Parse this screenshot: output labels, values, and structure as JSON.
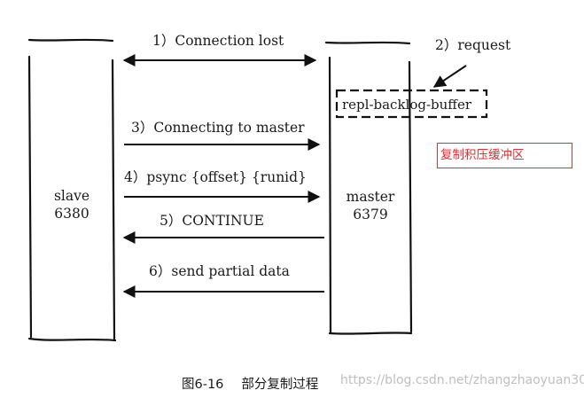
{
  "nodes": {
    "slave": {
      "name": "slave",
      "port": "6380"
    },
    "master": {
      "name": "master",
      "port": "6379"
    }
  },
  "steps": [
    {
      "label": "1）Connection lost",
      "direction": "both"
    },
    {
      "label": "2）request",
      "direction": "to-buffer"
    },
    {
      "label": "3）Connecting to master",
      "direction": "to-master"
    },
    {
      "label": "4）psync {offset} {runid}",
      "direction": "to-master"
    },
    {
      "label": "5）CONTINUE",
      "direction": "to-slave"
    },
    {
      "label": "6）send partial data",
      "direction": "to-slave"
    }
  ],
  "buffer": {
    "label": "repl-backlog-buffer"
  },
  "note": {
    "text": "复制积压缓冲区",
    "color": "#e03030"
  },
  "caption": {
    "figure": "图6-16",
    "title": "部分复制过程"
  },
  "watermark": "https://blog.csdn.net/zhangzhaoyuan30"
}
